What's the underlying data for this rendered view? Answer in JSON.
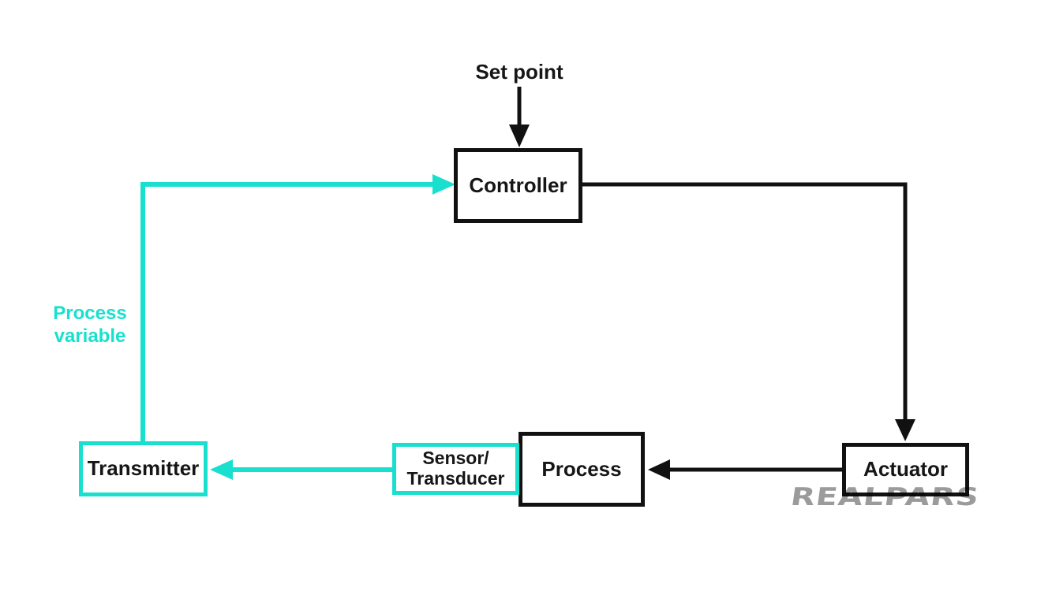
{
  "colors": {
    "line_black": "#111111",
    "accent_cyan": "#19e0ce",
    "logo_gray": "#9b9b9b",
    "background": "#ffffff",
    "text": "#161616"
  },
  "labels": {
    "set_point": "Set point",
    "process_variable_line1": "Process",
    "process_variable_line2": "variable"
  },
  "nodes": {
    "controller": {
      "label": "Controller"
    },
    "transmitter": {
      "label": "Transmitter"
    },
    "sensor_transducer": {
      "label_line1": "Sensor/",
      "label_line2": "Transducer"
    },
    "process": {
      "label": "Process"
    },
    "actuator": {
      "label": "Actuator"
    }
  },
  "connections": [
    {
      "from": "set_point_label",
      "to": "controller",
      "color": "black",
      "style": "arrow-down"
    },
    {
      "from": "controller",
      "to": "actuator",
      "color": "black",
      "style": "right-then-down-arrow"
    },
    {
      "from": "actuator",
      "to": "process",
      "color": "black",
      "style": "arrow-left"
    },
    {
      "from": "sensor_transducer",
      "to": "transmitter",
      "color": "cyan",
      "style": "arrow-left"
    },
    {
      "from": "transmitter",
      "to": "controller",
      "color": "cyan",
      "style": "up-then-right-arrow",
      "label": "Process variable"
    }
  ],
  "watermark": {
    "text": "REALPARS"
  }
}
